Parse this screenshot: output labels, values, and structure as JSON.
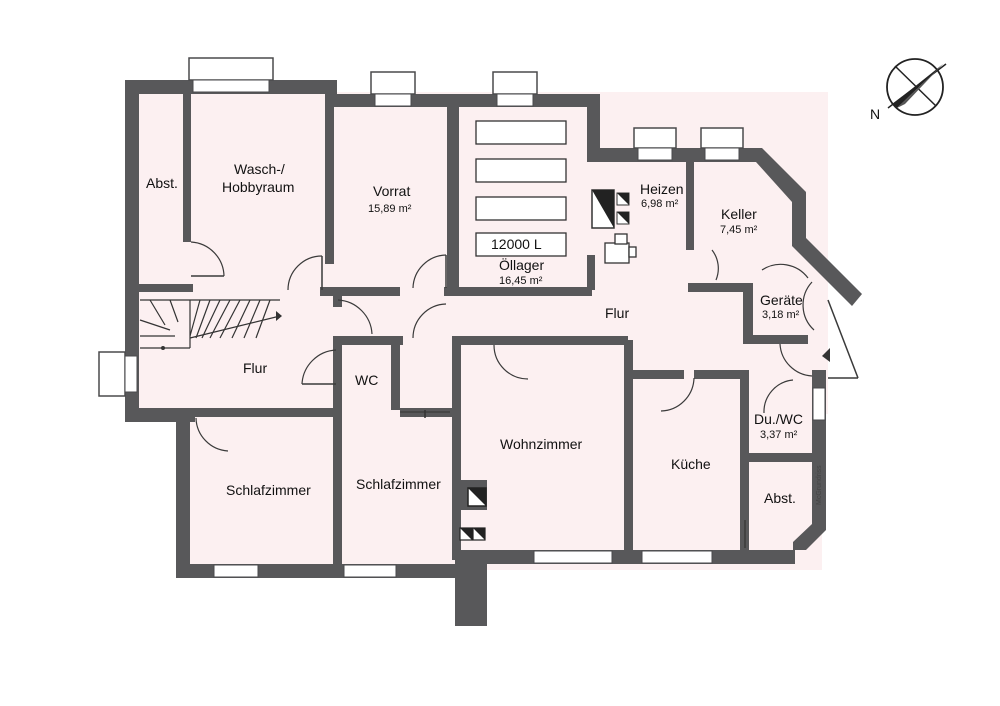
{
  "rooms": {
    "absstellraum_top_left": "Abst.",
    "wasch_line1": "Wasch-/",
    "wasch_line2": "Hobbyraum",
    "vorrat": "Vorrat",
    "vorrat_area": "15,89 m²",
    "oellager": "Öllager",
    "oellager_area": "16,45 m²",
    "tank_label": "12000 L",
    "heizen": "Heizen",
    "heizen_area": "6,98 m²",
    "keller": "Keller",
    "keller_area": "7,45 m²",
    "geraete": "Geräte",
    "geraete_area": "3,18 m²",
    "flur_right": "Flur",
    "flur_left": "Flur",
    "wc": "WC",
    "wohnzimmer": "Wohnzimmer",
    "kueche": "Küche",
    "du_wc": "Du./WC",
    "du_wc_area": "3,37 m²",
    "abst_right": "Abst.",
    "schlafzimmer_left": "Schlafzimmer",
    "schlafzimmer_mid": "Schlafzimmer"
  },
  "compass": {
    "north_label": "N"
  },
  "credit": "McGrundriss",
  "colors": {
    "wall": "#58585a",
    "floor": "#fcf0f1"
  }
}
